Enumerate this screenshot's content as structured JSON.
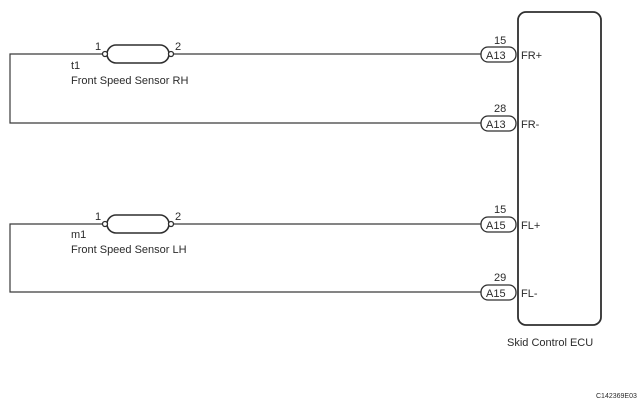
{
  "sensors": {
    "rh": {
      "code": "t1",
      "name": "Front Speed Sensor RH",
      "pin_left": "1",
      "pin_right": "2"
    },
    "lh": {
      "code": "m1",
      "name": "Front Speed Sensor LH",
      "pin_left": "1",
      "pin_right": "2"
    }
  },
  "ecu": {
    "name": "Skid Control ECU",
    "terminals": [
      {
        "pin": "15",
        "connector": "A13",
        "signal": "FR+"
      },
      {
        "pin": "28",
        "connector": "A13",
        "signal": "FR-"
      },
      {
        "pin": "15",
        "connector": "A15",
        "signal": "FL+"
      },
      {
        "pin": "29",
        "connector": "A15",
        "signal": "FL-"
      }
    ]
  },
  "figure_code": "C142369E03"
}
